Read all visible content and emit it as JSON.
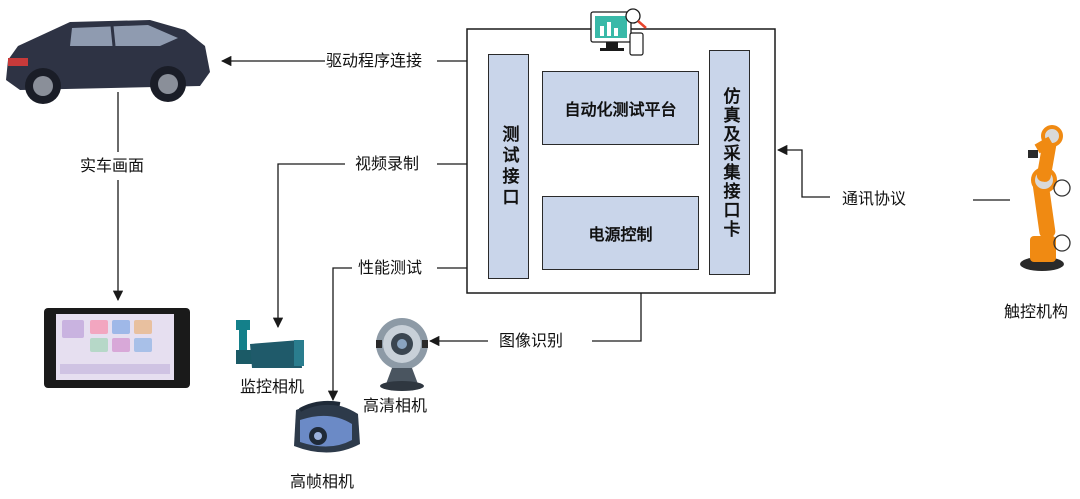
{
  "diagram": {
    "platform_label": "自动化测试平台",
    "power_label": "电源控制",
    "test_interface_label": "测试接口",
    "sim_card_label": "仿真及采集接口卡",
    "driver_conn_label": "驱动程序连接",
    "video_record_label": "视频录制",
    "perf_test_label": "性能测试",
    "image_recog_label": "图像识别",
    "comm_protocol_label": "通讯协议",
    "real_screen_label": "实车画面",
    "monitor_cam_label": "监控相机",
    "hd_cam_label": "高清相机",
    "highfps_cam_label": "高帧相机",
    "robot_label": "触控机构"
  },
  "colors": {
    "box_fill": "#c9d5ea",
    "line": "#1a1a1a",
    "robot": "#f08a12",
    "car": "#2e3344"
  },
  "icons": [
    "car-icon",
    "monitor-icon",
    "screen-icon",
    "cctv-camera-icon",
    "webcam-icon",
    "vr-camera-icon",
    "robot-arm-icon"
  ]
}
